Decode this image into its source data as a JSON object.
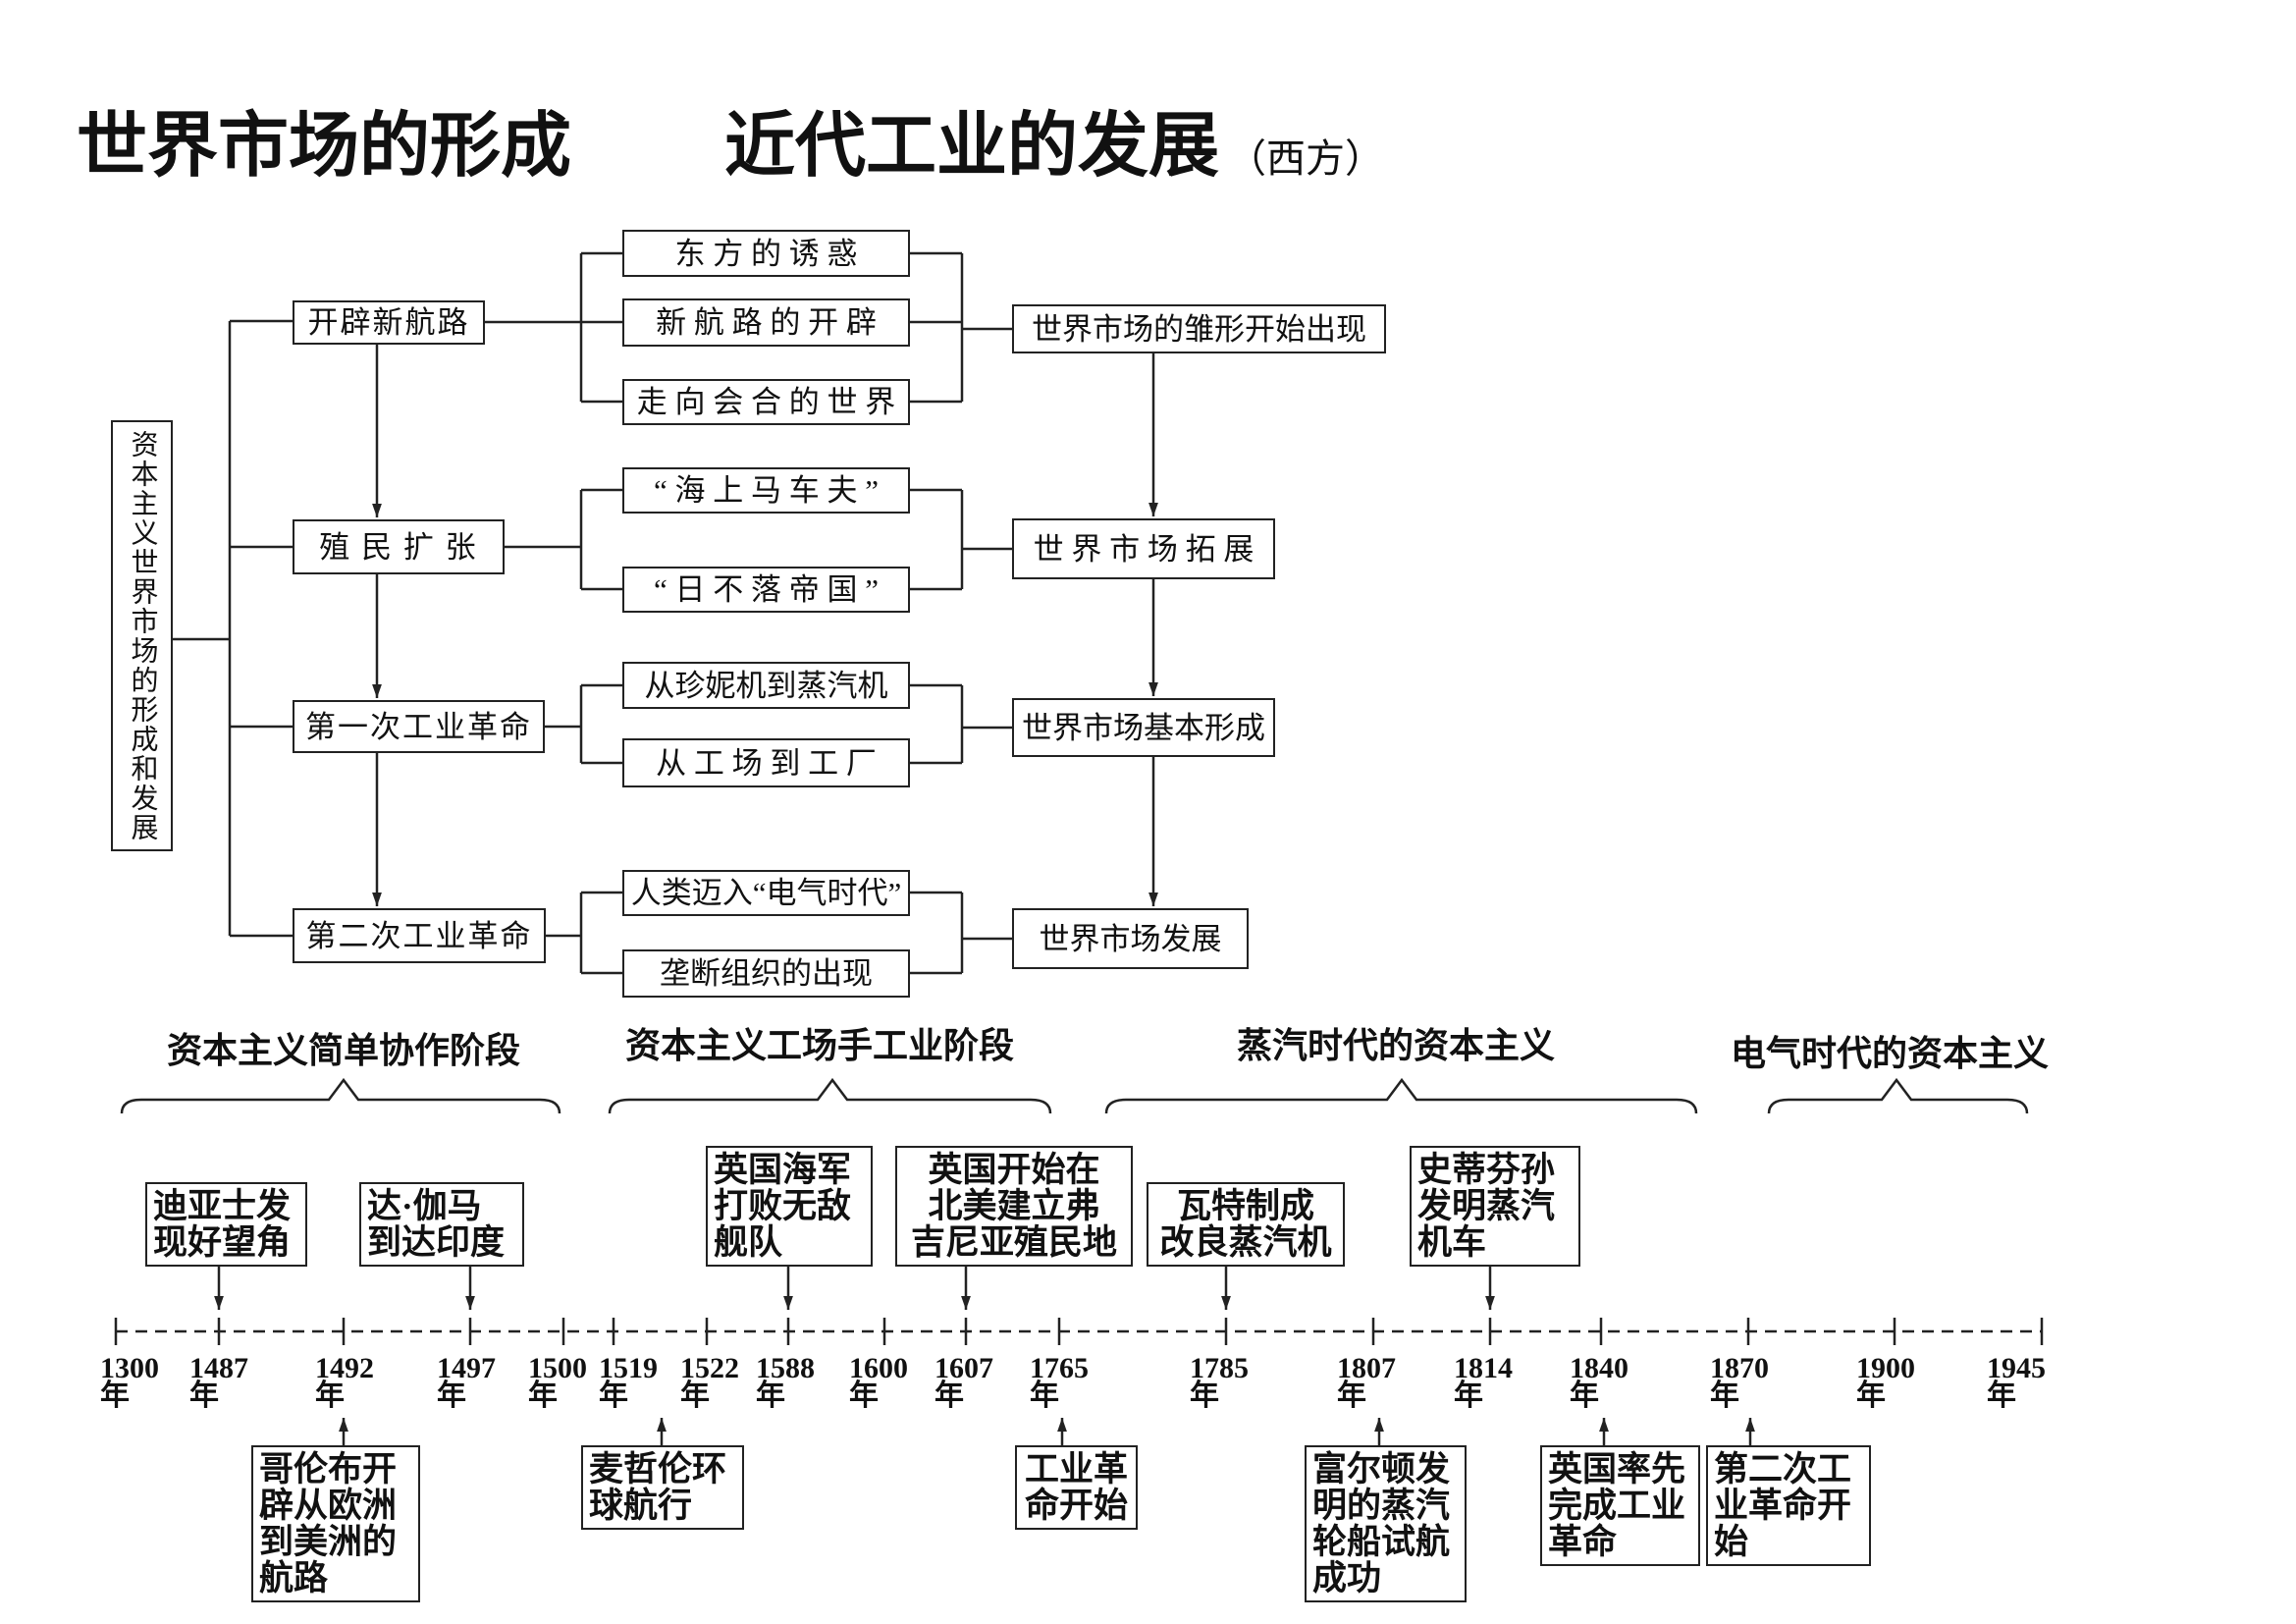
{
  "title": {
    "main": "世界市场的形成",
    "second": "近代工业的发展",
    "suffix": "（西方）"
  },
  "concept_map": {
    "root": "资本主义世界市场的形成和发展",
    "branches": [
      {
        "label": "开辟新航路",
        "items": [
          "东 方 的 诱 惑",
          "新 航 路 的 开 辟",
          "走 向 会 合 的 世 界"
        ],
        "result": "世界市场的雏形开始出现"
      },
      {
        "label": "殖 民 扩 张",
        "items": [
          "“ 海 上 马 车 夫 ”",
          "“ 日 不 落 帝 国 ”"
        ],
        "result": "世 界 市 场 拓 展"
      },
      {
        "label": "第一次工业革命",
        "items": [
          "从珍妮机到蒸汽机",
          "从 工 场 到 工 厂"
        ],
        "result": "世界市场基本形成"
      },
      {
        "label": "第二次工业革命",
        "items": [
          "人类迈入“电气时代”",
          "垄断组织的出现"
        ],
        "result": "世界市场发展"
      }
    ]
  },
  "timeline": {
    "stages": [
      "资本主义简单协作阶段",
      "资本主义工场手工业阶段",
      "蒸汽时代的资本主义",
      "电气时代的资本主义"
    ],
    "year_unit": "年",
    "ticks": [
      "1300",
      "1487",
      "1492",
      "1497",
      "1500",
      "1519",
      "1522",
      "1588",
      "1600",
      "1607",
      "1765",
      "1785",
      "1807",
      "1814",
      "1840",
      "1870",
      "1900",
      "1945"
    ],
    "events_above": [
      {
        "lines": [
          "迪亚士发",
          "现好望角"
        ]
      },
      {
        "lines": [
          "达·伽马",
          "到达印度"
        ]
      },
      {
        "lines": [
          "英国海军",
          "打败无敌",
          "舰队"
        ]
      },
      {
        "lines": [
          "英国开始在",
          "北美建立弗",
          "吉尼亚殖民地"
        ]
      },
      {
        "lines": [
          "瓦特制成",
          "改良蒸汽机"
        ]
      },
      {
        "lines": [
          "史蒂芬孙",
          "发明蒸汽",
          "机车"
        ]
      }
    ],
    "events_below": [
      {
        "lines": [
          "哥伦布开",
          "辟从欧洲",
          "到美洲的",
          "航路"
        ]
      },
      {
        "lines": [
          "麦哲伦环",
          "球航行"
        ]
      },
      {
        "lines": [
          "工业革",
          "命开始"
        ]
      },
      {
        "lines": [
          "富尔顿发",
          "明的蒸汽",
          "轮船试航",
          "成功"
        ]
      },
      {
        "lines": [
          "英国率先",
          "完成工业",
          "革命"
        ]
      },
      {
        "lines": [
          "第二次工",
          "业革命开",
          "始"
        ]
      }
    ]
  }
}
